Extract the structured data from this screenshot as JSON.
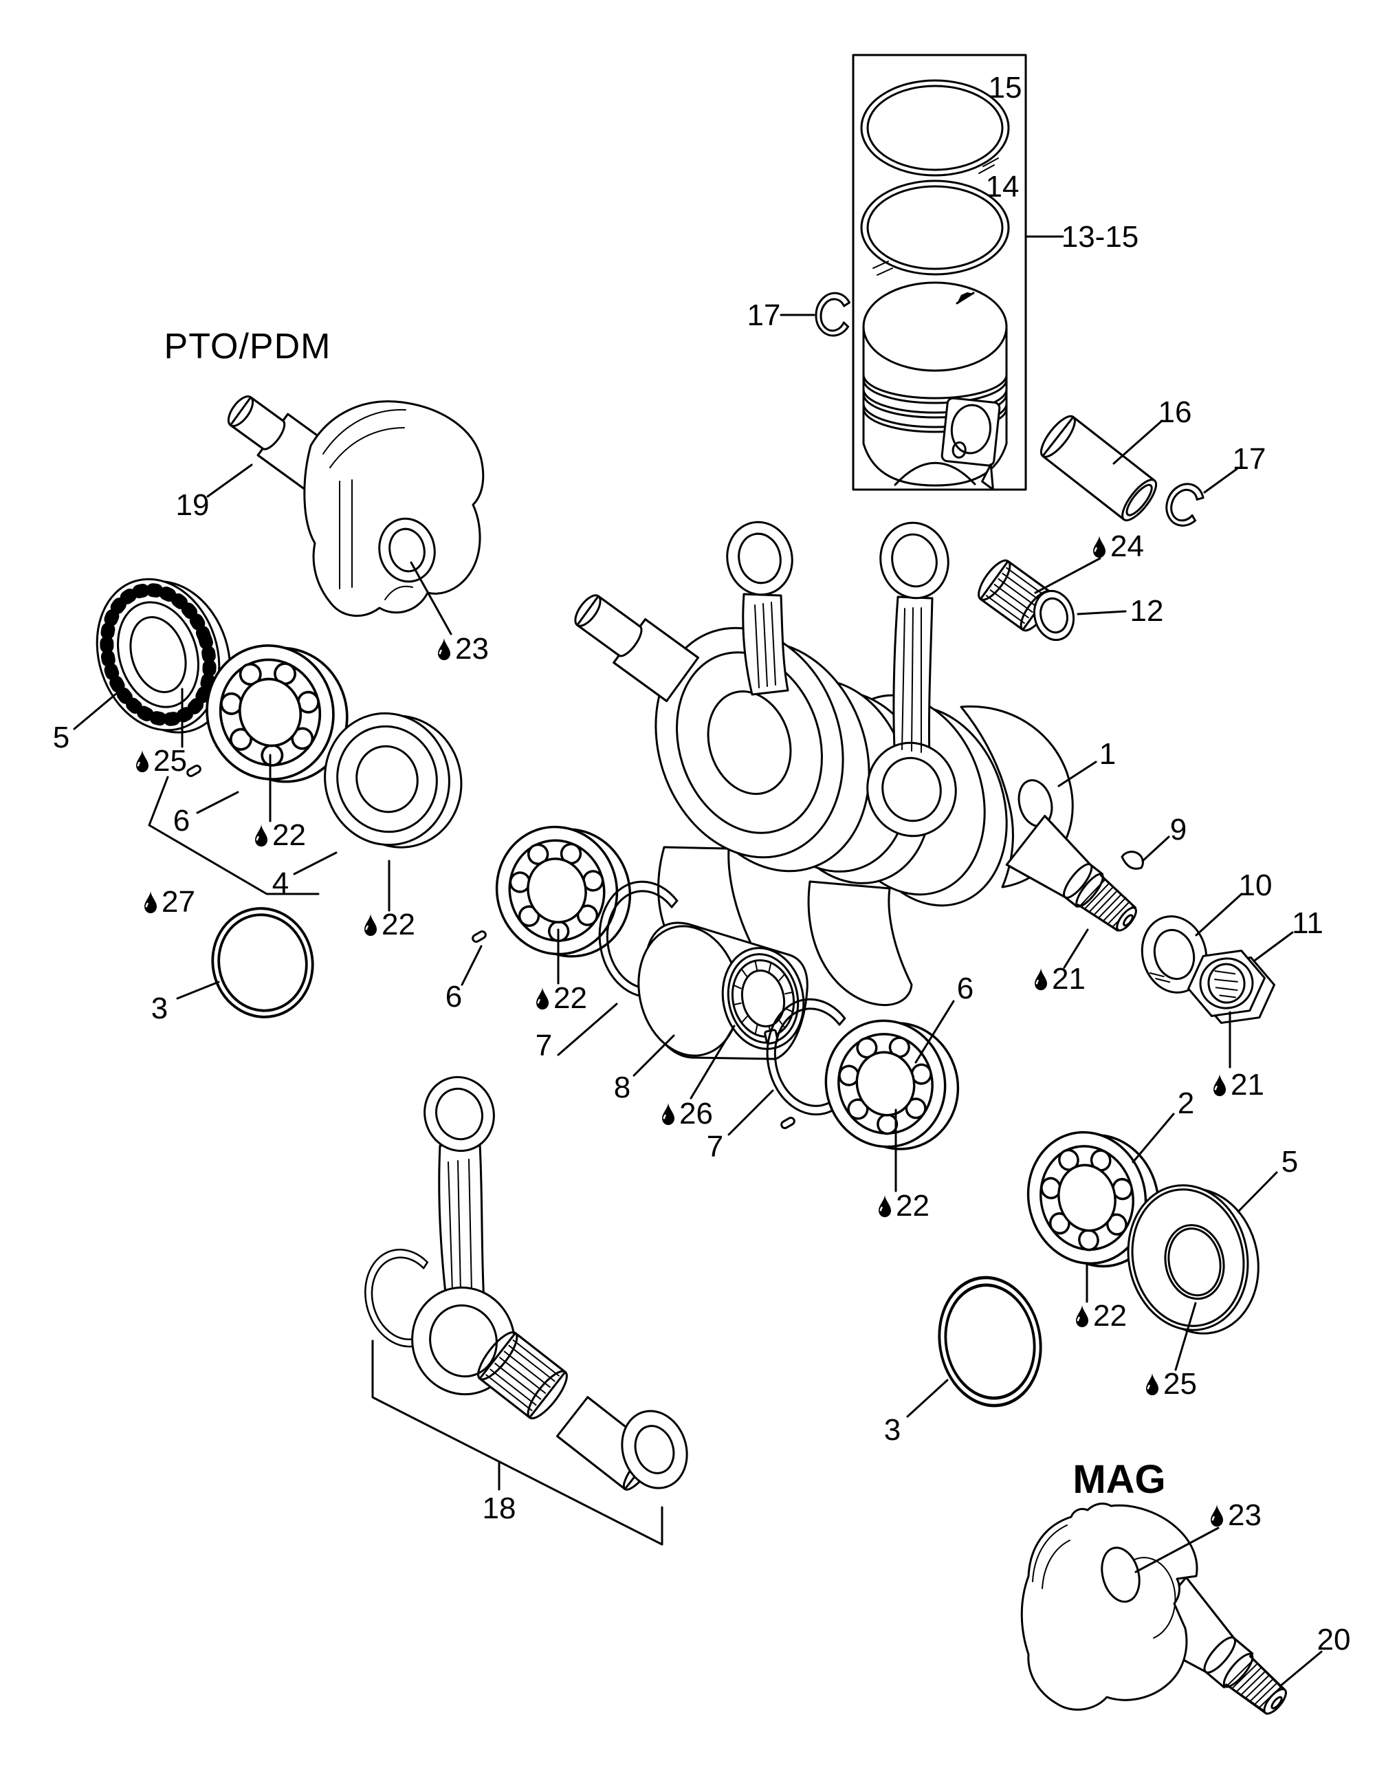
{
  "diagram_type": "exploded-parts-diagram",
  "subject": "two-stroke engine crankshaft, pistons and bearings",
  "colors": {
    "line": "#000000",
    "background": "#ffffff"
  },
  "sections": {
    "pto": {
      "title": "PTO/PDM"
    },
    "mag": {
      "title": "MAG"
    }
  },
  "oil_symbol_meaning": "oil-drop",
  "callouts": [
    {
      "id": "ring-rect-15",
      "text": "15",
      "oil": false
    },
    {
      "id": "ring-14",
      "text": "14",
      "oil": false
    },
    {
      "id": "piston-group-13-15",
      "text": "13-15",
      "oil": false
    },
    {
      "id": "circlip-17-upper",
      "text": "17",
      "oil": false
    },
    {
      "id": "wrist-pin-16",
      "text": "16",
      "oil": false
    },
    {
      "id": "circlip-17-lower",
      "text": "17",
      "oil": false
    },
    {
      "id": "pto-crank-half-19",
      "text": "19",
      "oil": false
    },
    {
      "id": "oil-23-pto",
      "text": "23",
      "oil": true
    },
    {
      "id": "oil-24-needle",
      "text": "24",
      "oil": true
    },
    {
      "id": "washer-12",
      "text": "12",
      "oil": false
    },
    {
      "id": "crankshaft-1",
      "text": "1",
      "oil": false
    },
    {
      "id": "seal-5-pto",
      "text": "5",
      "oil": false
    },
    {
      "id": "oil-25-pto",
      "text": "25",
      "oil": true
    },
    {
      "id": "dowel-6-pto",
      "text": "6",
      "oil": false
    },
    {
      "id": "oil-22-pto-outer",
      "text": "22",
      "oil": true
    },
    {
      "id": "bearing-4",
      "text": "4",
      "oil": false
    },
    {
      "id": "oil-27",
      "text": "27",
      "oil": true
    },
    {
      "id": "oil-22-pto-inner",
      "text": "22",
      "oil": true
    },
    {
      "id": "oring-3-pto",
      "text": "3",
      "oil": false
    },
    {
      "id": "key-9",
      "text": "9",
      "oil": false
    },
    {
      "id": "lock-washer-10",
      "text": "10",
      "oil": false
    },
    {
      "id": "nut-11",
      "text": "11",
      "oil": false
    },
    {
      "id": "oil-21-shaft",
      "text": "21",
      "oil": true
    },
    {
      "id": "oil-21-nut",
      "text": "21",
      "oil": true
    },
    {
      "id": "dowel-6-center-left",
      "text": "6",
      "oil": false
    },
    {
      "id": "oil-22-center-left",
      "text": "22",
      "oil": true
    },
    {
      "id": "snap-ring-7-left",
      "text": "7",
      "oil": false
    },
    {
      "id": "sleeve-8",
      "text": "8",
      "oil": false
    },
    {
      "id": "oil-26-splined-ring",
      "text": "26",
      "oil": true
    },
    {
      "id": "snap-ring-7-right",
      "text": "7",
      "oil": false
    },
    {
      "id": "dowel-6-center-right",
      "text": "6",
      "oil": false
    },
    {
      "id": "oil-22-center-right",
      "text": "22",
      "oil": true
    },
    {
      "id": "bearing-2",
      "text": "2",
      "oil": false
    },
    {
      "id": "seal-5-mag",
      "text": "5",
      "oil": false
    },
    {
      "id": "oil-22-mag-bearing",
      "text": "22",
      "oil": true
    },
    {
      "id": "oil-25-mag",
      "text": "25",
      "oil": true
    },
    {
      "id": "oring-3-mag",
      "text": "3",
      "oil": false
    },
    {
      "id": "conrod-assembly-18",
      "text": "18",
      "oil": false
    },
    {
      "id": "oil-23-mag",
      "text": "23",
      "oil": true
    },
    {
      "id": "mag-crank-half-20",
      "text": "20",
      "oil": false
    }
  ]
}
